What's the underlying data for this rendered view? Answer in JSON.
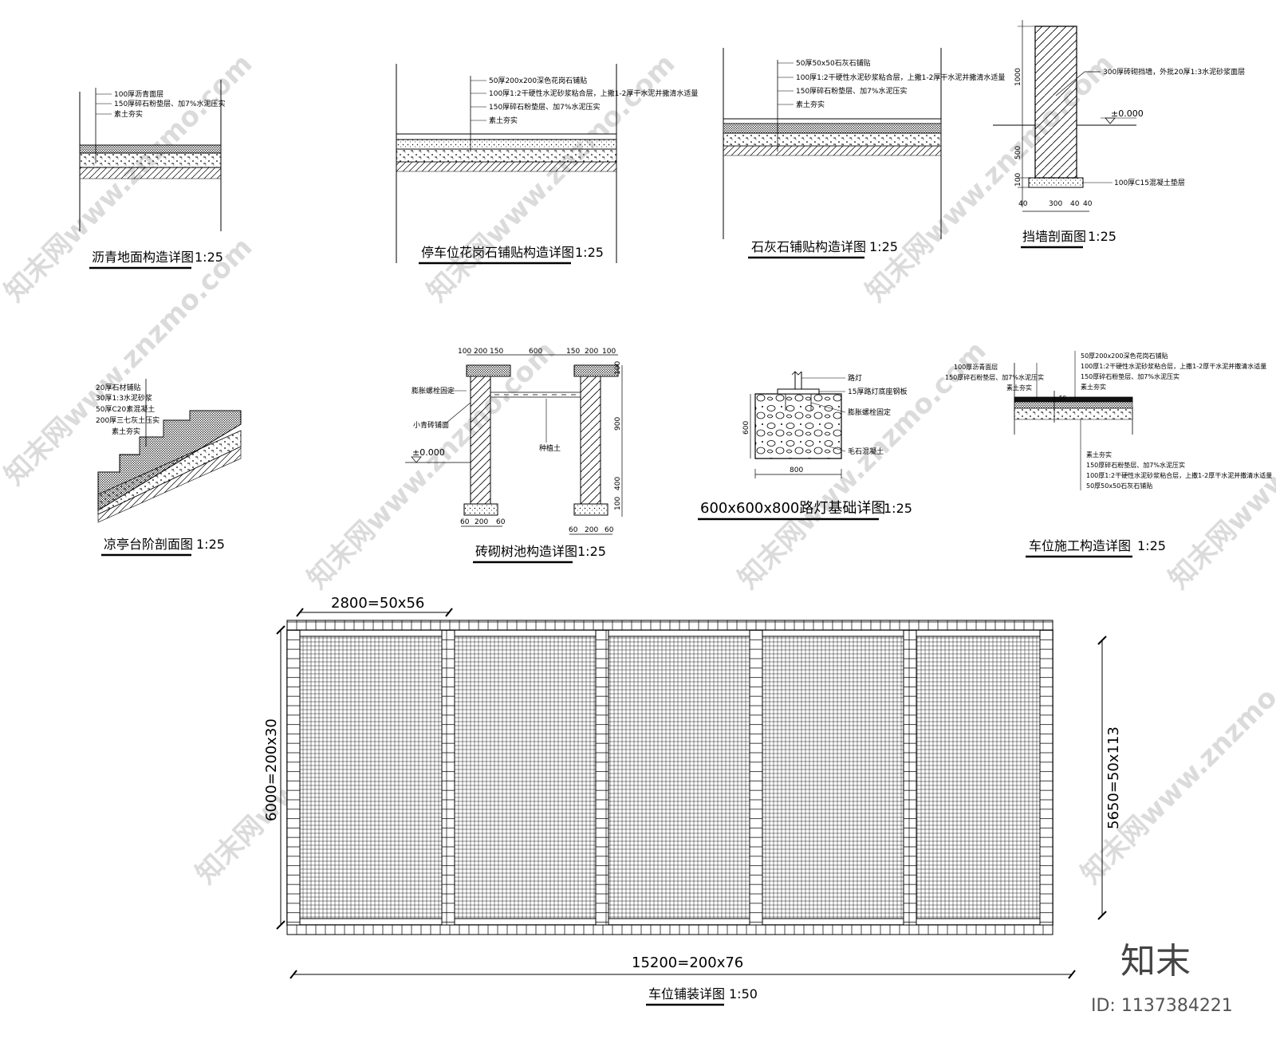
{
  "sheet": {
    "watermark_text": "知末网www.znzmo.com",
    "logo": "知末",
    "id": "ID: 1137384221"
  },
  "d1": {
    "title": "沥青地面构造详图",
    "scale": "1:25",
    "notes": [
      "100厚沥青面层",
      "150厚碎石粉垫层、加7%水泥压实",
      "素土夯实"
    ]
  },
  "d2": {
    "title": "停车位花岗石铺贴构造详图",
    "scale": "1:25",
    "notes": [
      "50厚200x200深色花岗石铺贴",
      "100厚1:2干硬性水泥砂浆粘合层，上撒1-2厚干水泥并撒清水适量",
      "150厚碎石粉垫层、加7%水泥压实",
      "素土夯实"
    ]
  },
  "d3": {
    "title": "石灰石铺贴构造详图",
    "scale": "1:25",
    "notes": [
      "50厚50x50石灰石铺贴",
      "100厚1:2干硬性水泥砂浆粘合层，上撒1-2厚干水泥并撒清水适量",
      "150厚碎石粉垫层、加7%水泥压实",
      "素土夯实"
    ]
  },
  "d4": {
    "title": "挡墙剖面图",
    "scale": "1:25",
    "note_wall": "300厚砖砌挡墙，外批20厚1:3水泥砂浆面层",
    "level": "±0.000",
    "note_base": "100厚C15混凝土垫层",
    "dims": [
      "1000",
      "500",
      "100",
      "40",
      "300",
      "40",
      "40"
    ]
  },
  "d5": {
    "title": "凉亭台阶剖面图",
    "scale": "1:25",
    "notes": [
      "20厚石材铺贴",
      "30厚1:3水泥砂浆",
      "50厚C20素混凝土",
      "200厚三七灰土压实",
      "素土夯实"
    ]
  },
  "d6": {
    "title": "砖砌树池构造详图",
    "scale": "1:25",
    "notes": [
      "膨胀螺栓固定",
      "小青砖铺面",
      "种植土"
    ],
    "level": "±0.000",
    "dims_top": [
      "100",
      "200",
      "150",
      "600",
      "150",
      "200",
      "100"
    ],
    "dims_side": [
      "900",
      "400",
      "100",
      "100"
    ],
    "dims_bottom": [
      "60",
      "200",
      "60",
      "60",
      "200",
      "60"
    ]
  },
  "d7": {
    "title": "600x600x800路灯基础详图",
    "scale": "1:25",
    "notes": [
      "路灯",
      "15厚路灯底座钢板",
      "膨胀螺栓固定",
      "毛石混凝土"
    ],
    "dims": [
      "600",
      "800"
    ]
  },
  "d8": {
    "title": "车位施工构造详图",
    "scale": "1:25",
    "notes_top_left": [
      "100厚沥青面层",
      "150厚碎石粉垫层、加7%水泥压实",
      "素土夯实"
    ],
    "notes_top_right": [
      "50厚200x200深色花岗石铺贴",
      "100厚1:2干硬性水泥砂浆粘合层，上撒1-2厚干水泥并撒清水适量",
      "150厚碎石粉垫层、加7%水泥压实",
      "素土夯实"
    ],
    "notes_bottom": [
      "素土夯实",
      "150厚碎石粉垫层、加7%水泥压实",
      "100厚1:2干硬性水泥砂浆粘合层，上撒1-2厚干水泥并撒清水适量",
      "50厚50x50石灰石铺贴"
    ],
    "dim": "50"
  },
  "d9": {
    "title": "车位铺装详图",
    "scale": "1:50",
    "dim_top": "2800=50x56",
    "dim_left": "6000=200x30",
    "dim_right": "5650=50x113",
    "dim_bottom": "15200=200x76"
  }
}
